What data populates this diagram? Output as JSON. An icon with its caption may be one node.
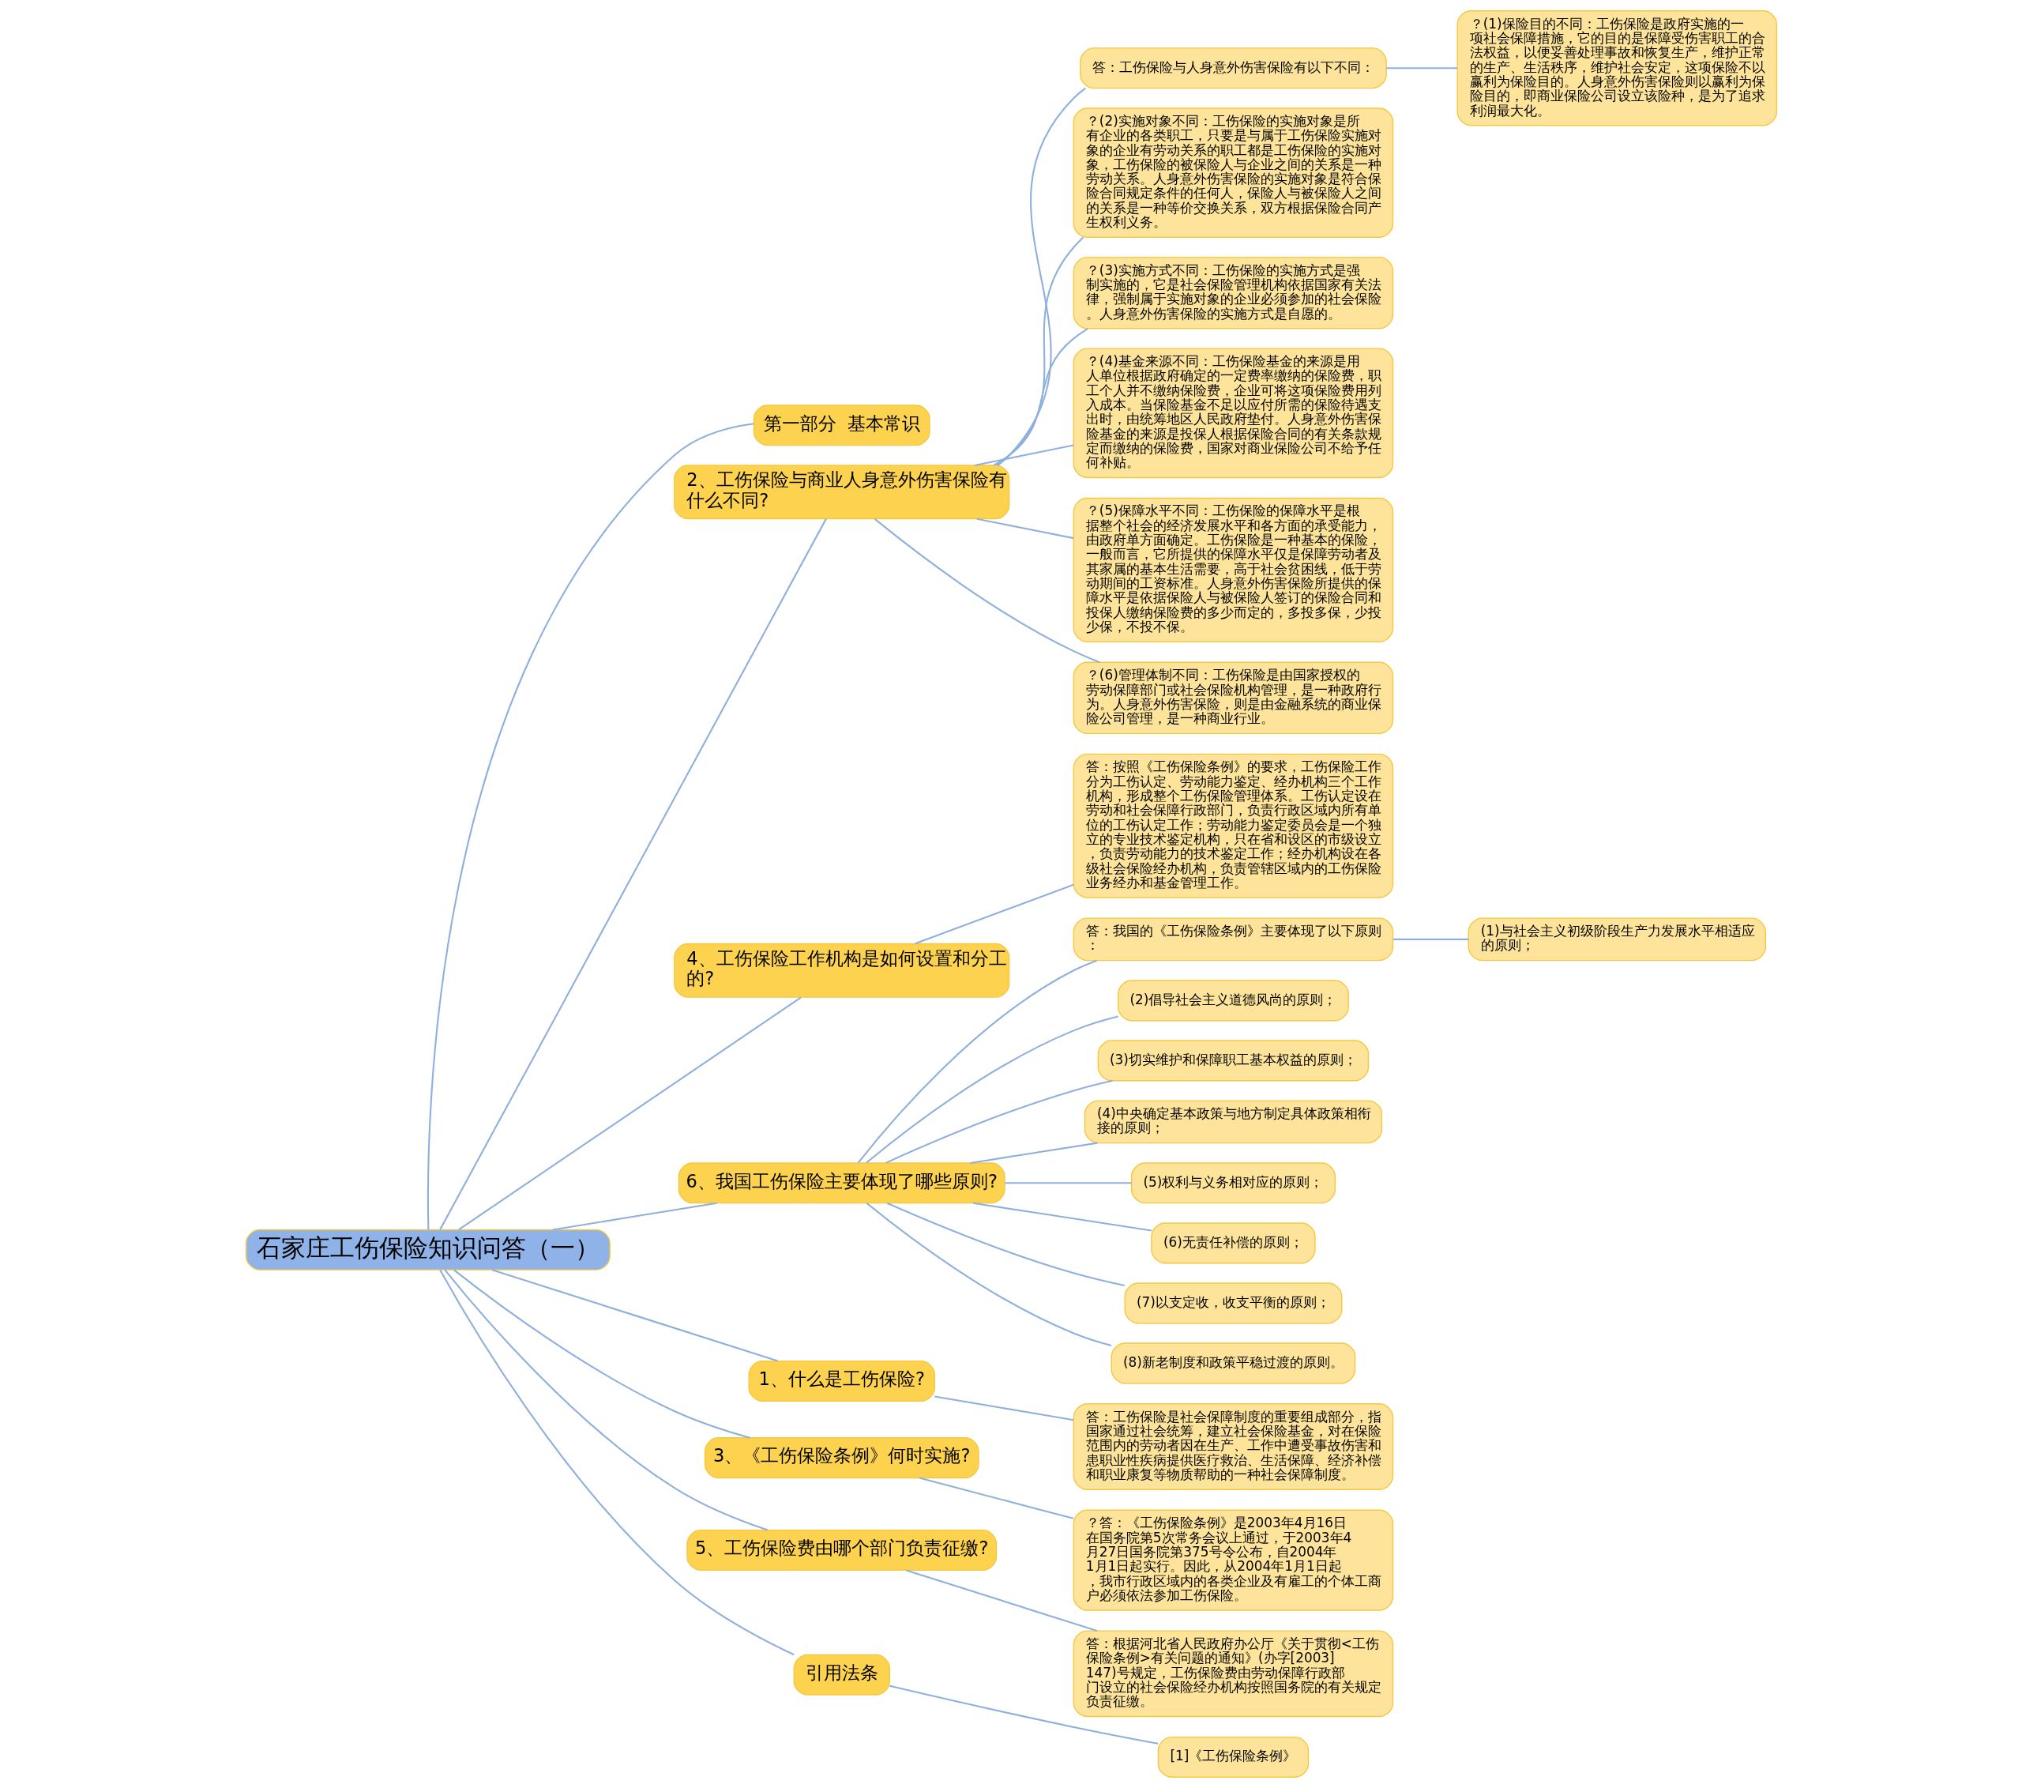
{
  "diagram": {
    "nodes": [
      {
        "text": [
          "石家庄工伤保险知识问答（一）"
        ]
      },
      {
        "text": [
          "第一部分  基本常识"
        ]
      },
      {
        "text": [
          "2、工伤保险与商业人身意外伤害保险有什么不同?"
        ]
      },
      {
        "text": [
          "答：工伤保险与人身意外伤害保险有以下不同："
        ]
      },
      {
        "text": [
          "？(1)保险目的不同：工伤保险是政府实施的一项社会保障措施，它的目的是保障受伤害职工的合法权益，以便妥善处理事故和恢复生产，维护正常的生产、生活秩序，维护社会安定，这项保险不以赢利为保险目的。人身意外伤害保险则以赢利为保险目的，即商业保险公司设立该险种，是为了追求利润最大化。"
        ]
      },
      {
        "text": [
          "？(2)实施对象不同：工伤保险的实施对象是所有企业的各类职工，只要是与属于工伤保险实施对象的企业有劳动关系的职工都是工伤保险的实施对象，工伤保险的被保险人与企业之间的关系是一种劳动关系。人身意外伤害保险的实施对象是符合保险合同规定条件的任何人，保险人与被保险人之间的关系是一种等价交换关系，双方根据保险合同产生权利义务。"
        ]
      },
      {
        "text": [
          "？(3)实施方式不同：工伤保险的实施方式是强制实施的，它是社会保险管理机构依据国家有关法律，强制属于实施对象的企业必须参加的社会保险。人身意外伤害保险的实施方式是自愿的。"
        ]
      },
      {
        "text": [
          "？(4)基金来源不同：工伤保险基金的来源是用人单位根据政府确定的一定费率缴纳的保险费，职工个人并不缴纳保险费，企业可将这项保险费用列入成本。当保险基金不足以应付所需的保险待遇支出时，由统筹地区人民政府垫付。人身意外伤害保险基金的来源是投保人根据保险合同的有关条款规定而缴纳的保险费，国家对商业保险公司不给予任何补贴。"
        ]
      },
      {
        "text": [
          "？(5)保障水平不同：工伤保险的保障水平是根据整个社会的经济发展水平和各方面的承受能力，由政府单方面确定。工伤保险是一种基本的保险，一般而言，它所提供的保障水平仅是保障劳动者及其家属的基本生活需要，高于社会贫困线，低于劳动期间的工资标准。人身意外伤害保险所提供的保障水平是依据保险人与被保险人签订的保险合同和投保人缴纳保险费的多少而定的，多投多保，少投少保，不投不保。"
        ]
      },
      {
        "text": [
          "？(6)管理体制不同：工伤保险是由国家授权的劳动保障部门或社会保险机构管理，是一种政府行为。人身意外伤害保险，则是由金融系统的商业保险公司管理，是一种商业行业。"
        ]
      },
      {
        "text": [
          "4、工伤保险工作机构是如何设置和分工的?"
        ]
      },
      {
        "text": [
          "答：按照《工伤保险条例》的要求，工伤保险工作分为工伤认定、劳动能力鉴定、经办机构三个工作机构，形成整个工伤保险管理体系。工伤认定设在劳动和社会保障行政部门，负责行政区域内所有单位的工伤认定工作；劳动能力鉴定委员会是一个独立的专业技术鉴定机构，只在省和设区的市级设立，负责劳动能力的技术鉴定工作；经办机构设在各级社会保险经办机构，负责管辖区域内的工伤保险业务经办和基金管理工作。"
        ]
      },
      {
        "text": [
          "6、我国工伤保险主要体现了哪些原则?"
        ]
      },
      {
        "text": [
          "答：我国的《工伤保险条例》主要体现了以下原则："
        ]
      },
      {
        "text": [
          "(1)与社会主义初级阶段生产力发展水平相适应的原则；"
        ]
      },
      {
        "text": [
          "(2)倡导社会主义道德风尚的原则；"
        ]
      },
      {
        "text": [
          "(3)切实维护和保障职工基本权益的原则；"
        ]
      },
      {
        "text": [
          "(4)中央确定基本政策与地方制定具体政策相衔接的原则；"
        ]
      },
      {
        "text": [
          "(5)权利与义务相对应的原则；"
        ]
      },
      {
        "text": [
          "(6)无责任补偿的原则；"
        ]
      },
      {
        "text": [
          "(7)以支定收，收支平衡的原则；"
        ]
      },
      {
        "text": [
          "(8)新老制度和政策平稳过渡的原则。"
        ]
      },
      {
        "text": [
          "1、什么是工伤保险?"
        ]
      },
      {
        "text": [
          "答：工伤保险是社会保障制度的重要组成部分，指国家通过社会统筹，建立社会保险基金，对在保险范围内的劳动者因在生产、工作中遭受事故伤害和患职业性疾病提供医疗救治、生活保障、经济补偿和职业康复等物质帮助的一种社会保障制度。"
        ]
      },
      {
        "text": [
          "3、《工伤保险条例》何时实施?"
        ]
      },
      {
        "text": [
          "？答：《工伤保险条例》是2003年4月16日在国务院第5次常务会议上通过，于2003年4月27日国务院第375号令公布，自2004年1月1日起实行。因此，从2004年1月1日起，我市行政区域内的各类企业及有雇工的个体工商户必须依法参加工伤保险。"
        ]
      },
      {
        "text": [
          "5、工伤保险费由哪个部门负责征缴?"
        ]
      },
      {
        "text": [
          "答：根据河北省人民政府办公厅《关于贯彻<工伤保险条例>有关问题的通知》(办字[2003] 147)号规定，工伤保险费由劳动保障行政部门设立的社会保险经办机构按照国务院的有关规定负责征缴。"
        ]
      },
      {
        "text": [
          "引用法条"
        ]
      },
      {
        "text": [
          "[1]《工伤保险条例》"
        ]
      }
    ],
    "edges": [
      {
        "from": 0,
        "to": 1,
        "arrow": "none"
      },
      {
        "from": 0,
        "to": 2,
        "arrow": "none"
      },
      {
        "from": 2,
        "to": 3,
        "arrow": "none"
      },
      {
        "from": 3,
        "to": 4,
        "arrow": "none"
      },
      {
        "from": 2,
        "to": 5,
        "arrow": "none"
      },
      {
        "from": 2,
        "to": 6,
        "arrow": "none"
      },
      {
        "from": 2,
        "to": 7,
        "arrow": "none"
      },
      {
        "from": 2,
        "to": 8,
        "arrow": "none"
      },
      {
        "from": 2,
        "to": 9,
        "arrow": "none"
      },
      {
        "from": 0,
        "to": 10,
        "arrow": "none"
      },
      {
        "from": 10,
        "to": 11,
        "arrow": "none"
      },
      {
        "from": 0,
        "to": 12,
        "arrow": "none"
      },
      {
        "from": 12,
        "to": 13,
        "arrow": "none"
      },
      {
        "from": 13,
        "to": 14,
        "arrow": "none"
      },
      {
        "from": 12,
        "to": 15,
        "arrow": "none"
      },
      {
        "from": 12,
        "to": 16,
        "arrow": "none"
      },
      {
        "from": 12,
        "to": 17,
        "arrow": "none"
      },
      {
        "from": 12,
        "to": 18,
        "arrow": "none"
      },
      {
        "from": 12,
        "to": 19,
        "arrow": "none"
      },
      {
        "from": 12,
        "to": 20,
        "arrow": "none"
      },
      {
        "from": 12,
        "to": 21,
        "arrow": "none"
      },
      {
        "from": 0,
        "to": 22,
        "arrow": "none"
      },
      {
        "from": 22,
        "to": 23,
        "arrow": "none"
      },
      {
        "from": 0,
        "to": 24,
        "arrow": "none"
      },
      {
        "from": 24,
        "to": 25,
        "arrow": "none"
      },
      {
        "from": 0,
        "to": 26,
        "arrow": "none"
      },
      {
        "from": 26,
        "to": 27,
        "arrow": "none"
      },
      {
        "from": 0,
        "to": 28,
        "arrow": "none"
      },
      {
        "from": 28,
        "to": 29,
        "arrow": "none"
      }
    ]
  }
}
